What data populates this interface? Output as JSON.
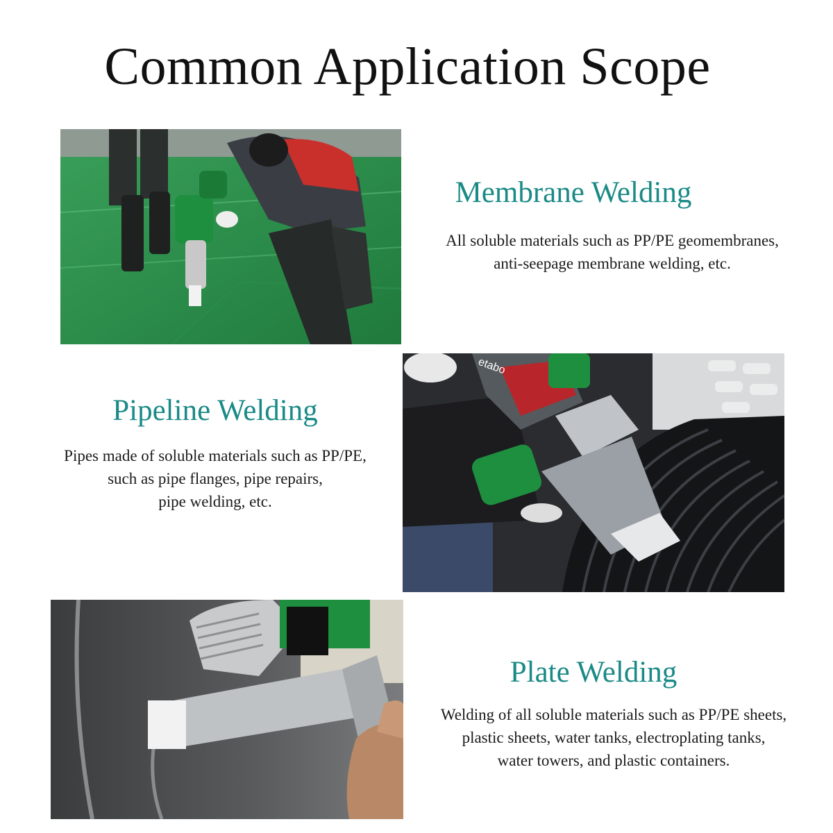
{
  "page": {
    "title": "Common Application Scope",
    "accent_color": "#1a8a86"
  },
  "sections": [
    {
      "heading": "Membrane Welding",
      "lines": [
        "All soluble materials such as PP/PE geomembranes,",
        "anti-seepage membrane welding, etc."
      ],
      "image": "photo-membrane-welding"
    },
    {
      "heading": "Pipeline Welding",
      "lines": [
        "Pipes made of soluble materials such as PP/PE,",
        "such as pipe flanges, pipe repairs,",
        "pipe welding, etc."
      ],
      "image": "photo-pipeline-welding",
      "brand_mark": "etabo"
    },
    {
      "heading": "Plate Welding",
      "lines": [
        "Welding of all soluble materials such as PP/PE sheets,",
        "plastic sheets, water tanks, electroplating tanks,",
        "water towers, and plastic containers."
      ],
      "image": "photo-plate-welding"
    }
  ]
}
